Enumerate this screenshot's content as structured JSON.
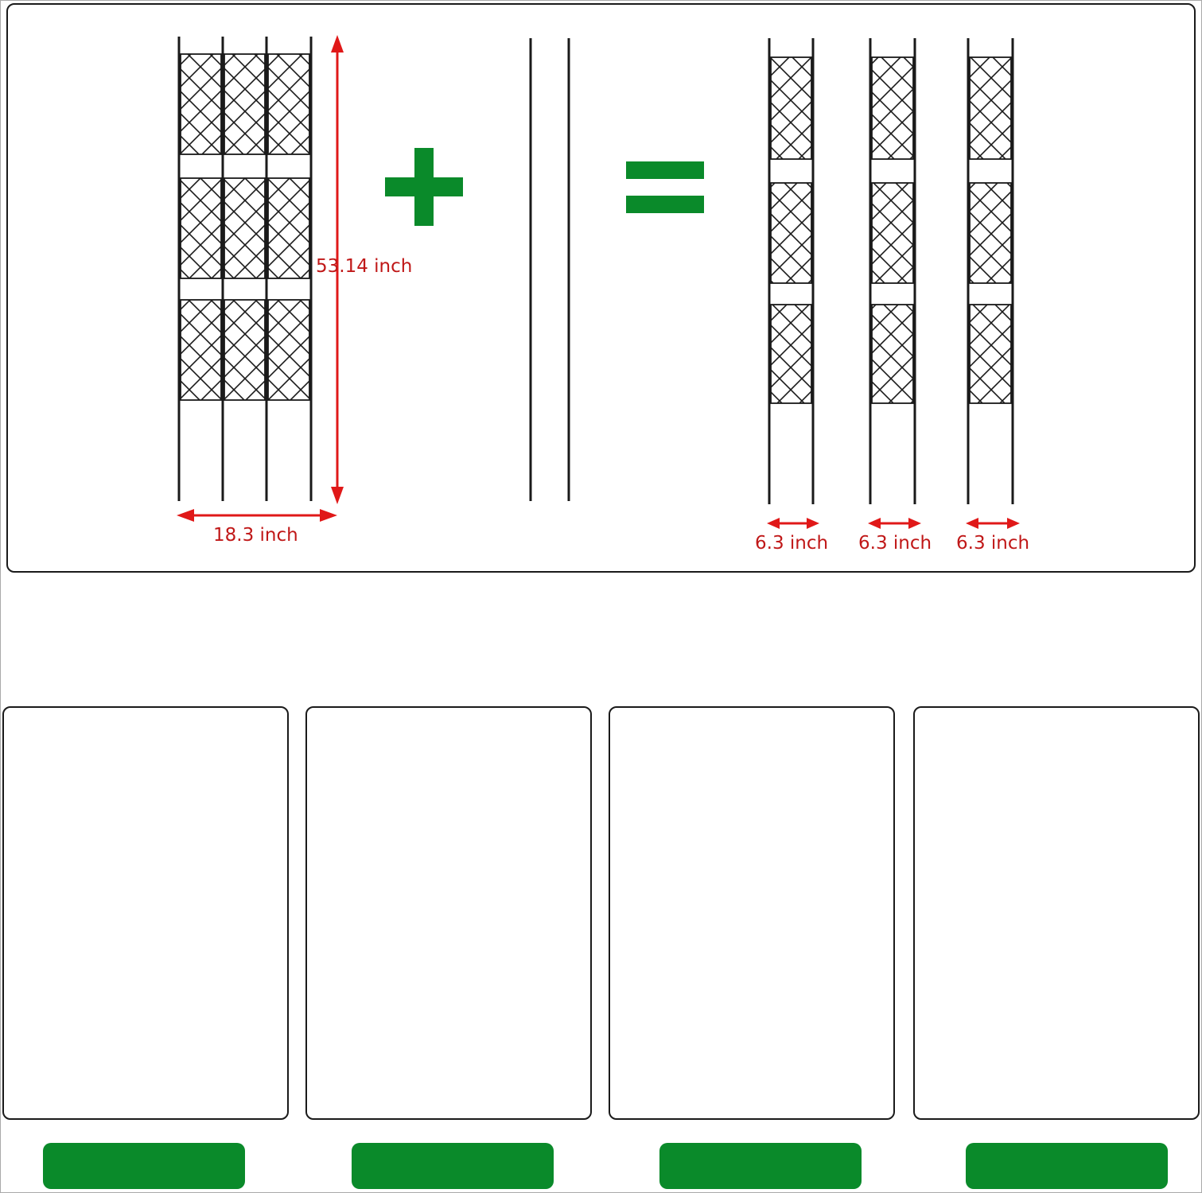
{
  "dimensions": {
    "height_label": "53.14  inch",
    "width_label": "18.3 inch",
    "section_width_labels": [
      "6.3 inch",
      "6.3 inch",
      "6.3 inch"
    ]
  },
  "symbols": {
    "plus": "plus-icon",
    "equals": "equals-icon"
  },
  "colors": {
    "accent_green": "#0a8a2a",
    "dimension_red": "#e01818",
    "line": "#1a1a1a"
  },
  "steps": [
    {
      "icon": "trellis-unfolded-icon"
    },
    {
      "icon": "trellis-folding-icon"
    },
    {
      "icon": "trellis-folded-icon"
    },
    {
      "icon": "trellis-three-sections-icon"
    }
  ]
}
